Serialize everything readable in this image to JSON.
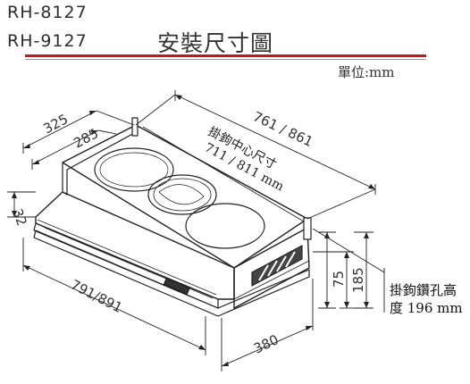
{
  "header": {
    "model_1": "RH-8127",
    "model_2": "RH-9127",
    "title": "安裝尺寸圖",
    "unit": "單位:mm"
  },
  "dimensions": {
    "depth_outer": "325",
    "depth_inner": "285",
    "front_height": "32",
    "top_width": "761 / 861",
    "hook_center_label": "掛鉤中心尺寸",
    "hook_center_value": "711 / 811 mm",
    "front_width": "791/891",
    "bottom_depth": "380",
    "height_small": "75",
    "height_large": "185"
  },
  "note": {
    "line1": "掛鉤鑽孔高",
    "line2": "度 196 mm"
  },
  "colors": {
    "accent_red": "#c4161c",
    "line_gray": "#9a9a9a",
    "drawing": "#222222"
  }
}
